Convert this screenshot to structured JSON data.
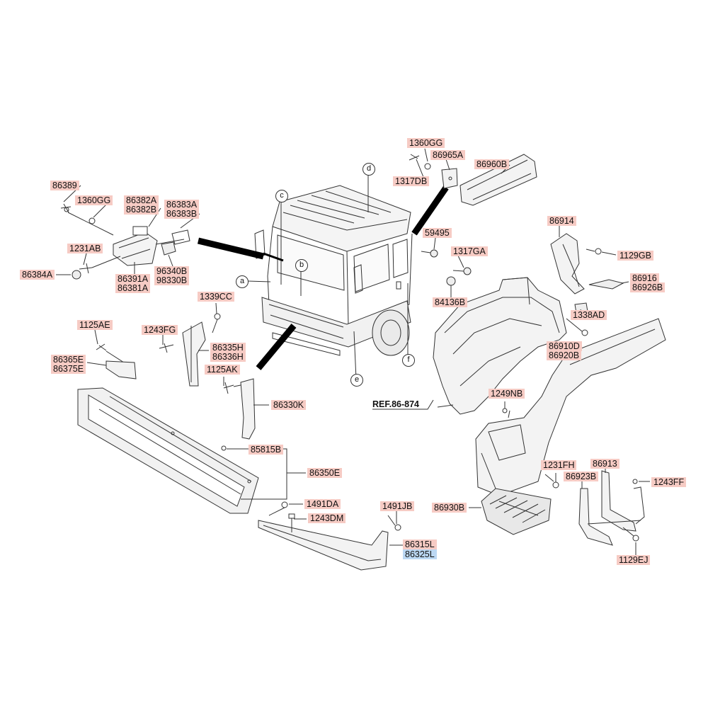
{
  "labels": {
    "l86389": "86389",
    "l1360gg_a": "1360GG",
    "l86382a": "86382A",
    "l86382b": "86382B",
    "l86383a": "86383A",
    "l86383b": "86383B",
    "l1231ab": "1231AB",
    "l86384a": "86384A",
    "l86391a": "86391A",
    "l86381a": "86381A",
    "l96340b": "96340B",
    "l98330b": "98330B",
    "l1339cc": "1339CC",
    "l1125ae": "1125AE",
    "l1243fg": "1243FG",
    "l86335h": "86335H",
    "l86336h": "86336H",
    "l86365e": "86365E",
    "l86375e": "86375E",
    "l1125ak": "1125AK",
    "l86330k": "86330K",
    "l85815b": "85815B",
    "l86350e": "86350E",
    "l1491da": "1491DA",
    "l1243dm": "1243DM",
    "l1491jb": "1491JB",
    "l86315l": "86315L",
    "l86325l": "86325L",
    "l1360gg_b": "1360GG",
    "l86965a": "86965A",
    "l1317db": "1317DB",
    "l86960b": "86960B",
    "l59495": "59495",
    "l1317ga": "1317GA",
    "l84136b": "84136B",
    "l86914": "86914",
    "l1129gb": "1129GB",
    "l86916": "86916",
    "l86926b": "86926B",
    "l1338ad": "1338AD",
    "l86910d": "86910D",
    "l86920b": "86920B",
    "lref": "REF.86-874",
    "l1249nb": "1249NB",
    "l1231fh": "1231FH",
    "l86913": "86913",
    "l86923b": "86923B",
    "l1243ff": "1243FF",
    "l86930b": "86930B",
    "l1129ej": "1129EJ"
  },
  "callouts": {
    "a": "a",
    "b": "b",
    "c": "c",
    "d": "d",
    "e": "e",
    "f": "f"
  },
  "colors": {
    "label_bg": "#f6cbc4",
    "highlight_bg": "#bcd8f3",
    "line": "#333333"
  }
}
